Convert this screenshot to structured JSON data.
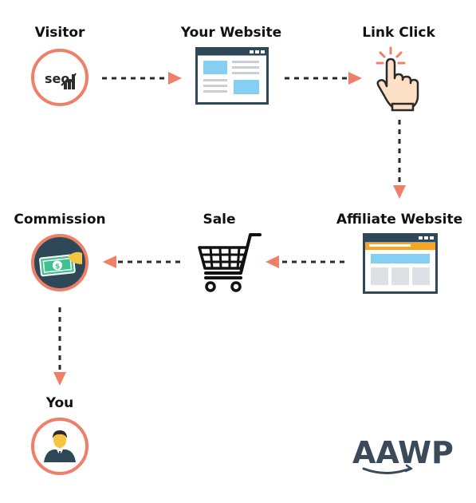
{
  "nodes": {
    "visitor": {
      "label": "Visitor"
    },
    "website": {
      "label": "Your Website"
    },
    "link_click": {
      "label": "Link Click"
    },
    "affiliate": {
      "label": "Affiliate Website"
    },
    "sale": {
      "label": "Sale"
    },
    "commission": {
      "label": "Commission"
    },
    "you": {
      "label": "You"
    }
  },
  "seo_text": "seo",
  "logo": {
    "text": "AAWP"
  },
  "colors": {
    "ring": "#f07f69",
    "arrow": "#f07f69",
    "dash": "#2a2a2a",
    "navy": "#2f4858",
    "window_blue": "#85d0f2",
    "window_orange": "#f5a623",
    "logo": "#3b4a59"
  }
}
